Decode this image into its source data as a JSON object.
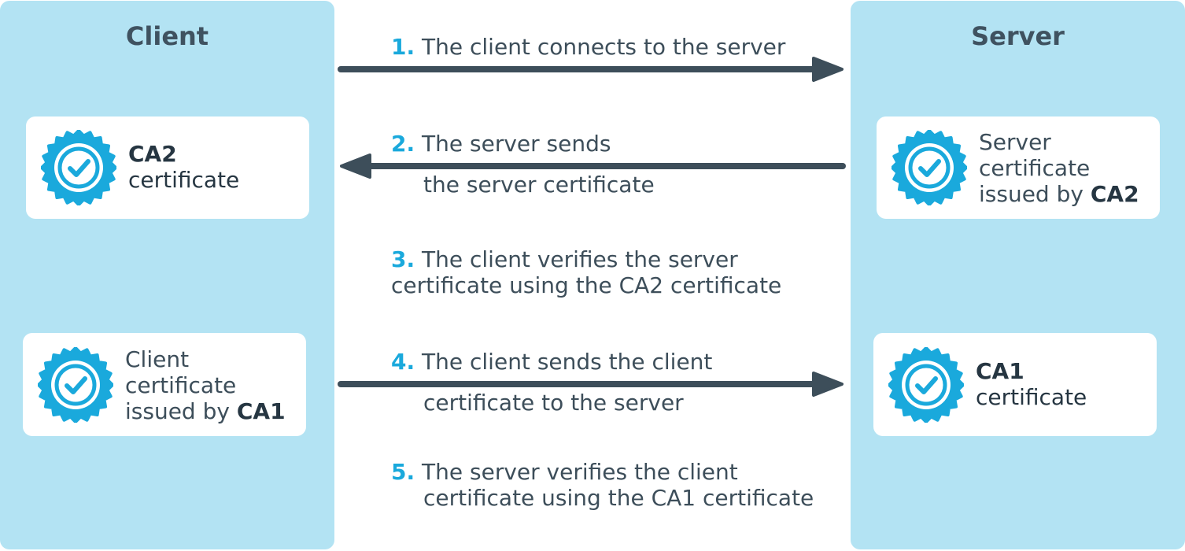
{
  "client": {
    "title": "Client",
    "ca_card": {
      "bold": "CA2",
      "line2": "certificate"
    },
    "cert_card": {
      "line1": "Client",
      "line2": "certificate",
      "line3_prefix": "issued by ",
      "line3_bold": "CA1"
    }
  },
  "server": {
    "title": "Server",
    "cert_card": {
      "line1": "Server",
      "line2": "certificate",
      "line3_prefix": "issued by ",
      "line3_bold": "CA2"
    },
    "ca_card": {
      "bold": "CA1",
      "line2": "certificate"
    }
  },
  "steps": [
    {
      "num": "1.",
      "line1": "The client connects to the server",
      "line2": ""
    },
    {
      "num": "2.",
      "line1": "The server sends",
      "line2": "the server certificate"
    },
    {
      "num": "3.",
      "line1": "The client verifies the server",
      "line2": "certificate using the CA2 certificate"
    },
    {
      "num": "4.",
      "line1": "The client sends the client",
      "line2": "certificate to the server"
    },
    {
      "num": "5.",
      "line1": "The server verifies the client",
      "line2": "certificate using the CA1 certificate"
    }
  ],
  "colors": {
    "panel": "#b3e3f3",
    "accent": "#1aa9dc",
    "arrow": "#3d4e5a",
    "text": "#3d4e5a"
  }
}
